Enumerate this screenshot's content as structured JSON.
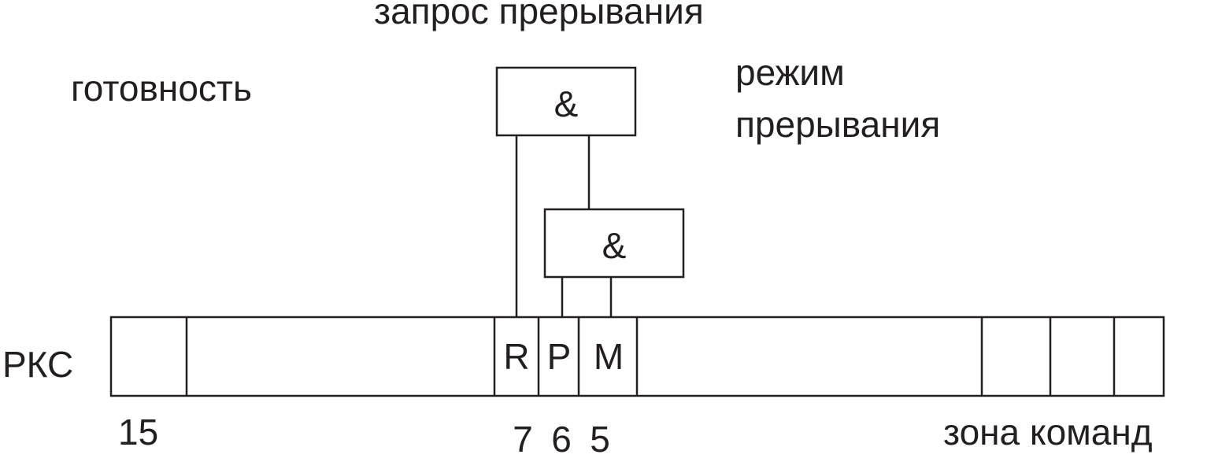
{
  "labels": {
    "interrupt_request": "запрос прерывания",
    "readiness": "готовность",
    "interrupt_mode_line1": "режим",
    "interrupt_mode_line2": "прерывания",
    "register": "РКС",
    "command_zone": "зона команд"
  },
  "gates": {
    "top_gate": "&",
    "bottom_gate": "&"
  },
  "bits": {
    "r": "R",
    "p": "P",
    "m": "M"
  },
  "bit_numbers": {
    "n15": "15",
    "n7": "7",
    "n6": "6",
    "n5": "5"
  }
}
